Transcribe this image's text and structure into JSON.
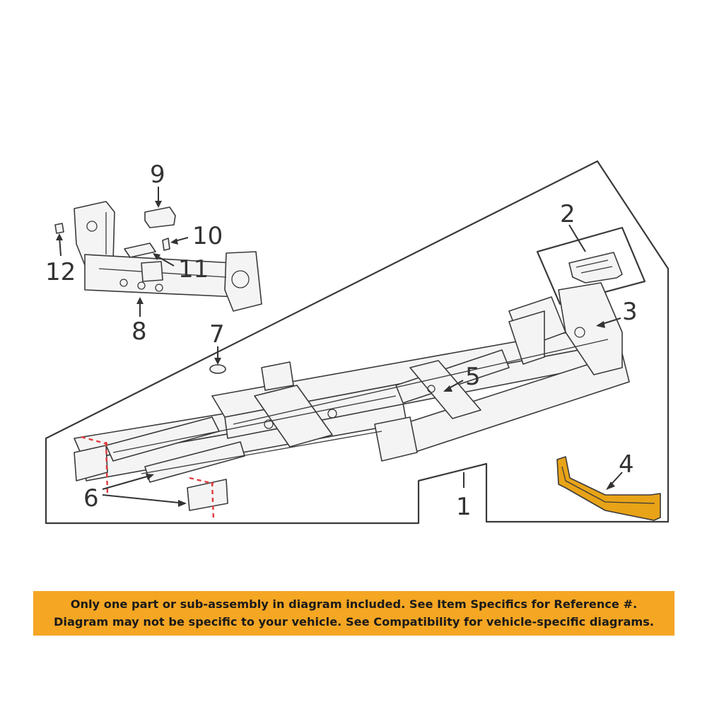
{
  "diagram": {
    "callouts": [
      "1",
      "2",
      "3",
      "4",
      "5",
      "6",
      "7",
      "8",
      "9",
      "10",
      "11",
      "12"
    ],
    "accent_color": "#f5a623",
    "highlight_part_color": "#e8a317",
    "cut_line_color": "#e23a3a"
  },
  "notice": {
    "line1": "Only one part or sub-assembly in diagram included. See Item Specifics for Reference #.",
    "line2": "Diagram may not be specific to your vehicle. See Compatibility for vehicle-specific diagrams."
  }
}
